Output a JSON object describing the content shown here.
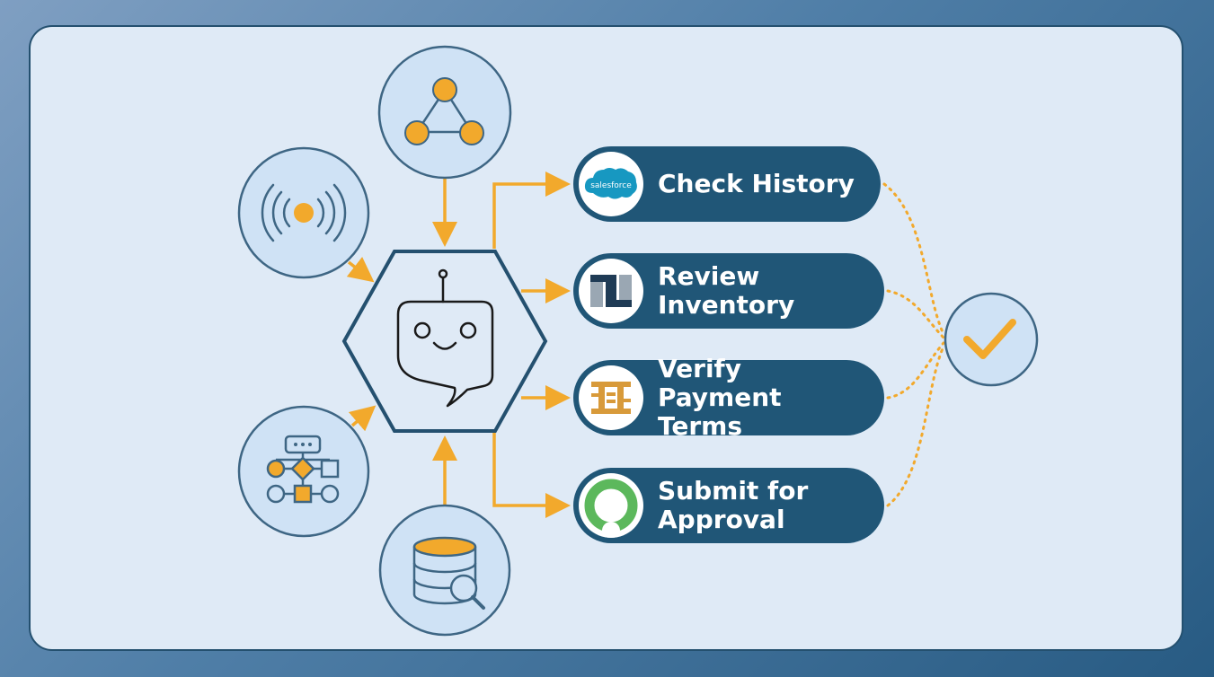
{
  "tasks": [
    {
      "label": "Check History",
      "logo": "salesforce-logo",
      "logo_text": "salesforce"
    },
    {
      "label": "Review\nInventory",
      "logo": "netsuite-n-logo"
    },
    {
      "label": "Verify Payment\nTerms",
      "logo": "payment-terms-logo"
    },
    {
      "label": "Submit for\nApproval",
      "logo": "approval-ring-logo"
    }
  ],
  "inputs": [
    {
      "icon": "network-nodes-icon"
    },
    {
      "icon": "signal-broadcast-icon"
    },
    {
      "icon": "workflow-flowchart-icon"
    },
    {
      "icon": "database-search-icon"
    }
  ],
  "hub": {
    "icon": "robot-chat-icon"
  },
  "result": {
    "icon": "checkmark-icon"
  },
  "colors": {
    "accent": "#f2a92c",
    "pill": "#205677",
    "outline": "#3e6684",
    "panel": "#dfeaf6",
    "circle_fill": "#cfe2f5",
    "salesforce": "#1798c1",
    "approval_green": "#5cb85c"
  }
}
